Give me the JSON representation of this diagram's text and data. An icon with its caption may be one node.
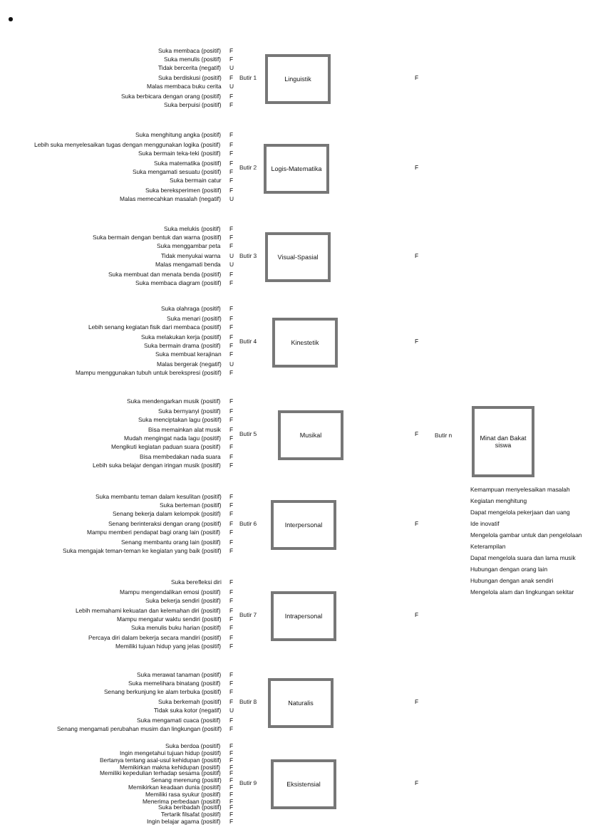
{
  "diagram": {
    "nodes": [
      {
        "text": [
          "Linguistik"
        ]
      },
      {
        "text": [
          "Logis-Matematika"
        ]
      },
      {
        "text": [
          "Visual-Spasial"
        ]
      },
      {
        "text": [
          "Kinestetik"
        ]
      },
      {
        "text": [
          "Musikal"
        ]
      },
      {
        "text": [
          "Interpersonal"
        ]
      },
      {
        "text": [
          "Intrapersonal"
        ]
      },
      {
        "text": [
          "Naturalis"
        ]
      },
      {
        "text": [
          "Eksistensial"
        ]
      },
      {
        "text": [
          "Minat dan Bakat siswa"
        ]
      }
    ],
    "labels": [
      "Suka membaca (positif)",
      "F",
      "Suka menulis (positif)",
      "F",
      "Tidak bercerita (negatif)",
      "U",
      "Suka berdiskusi (positif)",
      "F",
      "Malas membaca buku cerita",
      "U",
      "Suka berbicara dengan orang (positif)",
      "F",
      "Suka berpuisi (positif)",
      "F",
      "Butir 1",
      "F",
      "Suka menghitung angka (positif)",
      "F",
      "Lebih suka menyelesaikan tugas dengan menggunakan logika (positif)",
      "F",
      "Suka bermain teka-teki (positif)",
      "F",
      "Suka matematika (positif)",
      "F",
      "Suka mengamati sesuatu (positif)",
      "F",
      "Suka bermain catur",
      "F",
      "Suka bereksperimen (positif)",
      "F",
      "Malas memecahkan masalah (negatif)",
      "U",
      "Butir 2",
      "F",
      "Suka melukis (positif)",
      "F",
      "Suka bermain dengan bentuk dan warna (positif)",
      "F",
      "Suka menggambar peta",
      "F",
      "Tidak menyukai warna",
      "U",
      "Malas mengamati benda",
      "U",
      "Suka membuat dan menata benda (positif)",
      "F",
      "Suka membaca diagram (positif)",
      "F",
      "Butir 3",
      "F",
      "Suka olahraga (positif)",
      "F",
      "Suka menari (positif)",
      "F",
      "Lebih senang kegiatan fisik dari membaca (positif)",
      "F",
      "Suka melakukan kerja (positif)",
      "F",
      "Suka bermain drama (positif)",
      "F",
      "Suka membuat kerajinan",
      "F",
      "Malas bergerak (negatif)",
      "U",
      "Mampu menggunakan tubuh untuk berekspresi (positif)",
      "F",
      "Butir 4",
      "F",
      "Suka mendengarkan musik (positif)",
      "F",
      "Suka bernyanyi (positif)",
      "F",
      "Suka menciptakan lagu (positif)",
      "F",
      "Bisa memainkan alat musik",
      "F",
      "Mudah mengingat nada lagu (positif)",
      "F",
      "Mengikuti kegiatan paduan suara (positif)",
      "F",
      "Bisa membedakan nada suara",
      "F",
      "Lebih suka belajar dengan iringan musik (positif)",
      "F",
      "Butir 5",
      "F",
      "Suka membantu teman dalam kesulitan (positif)",
      "F",
      "Suka berteman (positif)",
      "F",
      "Senang bekerja dalam kelompok (positif)",
      "F",
      "Senang berinteraksi dengan orang (positif)",
      "F",
      "Mampu memberi pendapat bagi orang lain (positif)",
      "F",
      "Senang membantu orang lain (positif)",
      "F",
      "Suka mengajak teman-teman ke kegiatan yang baik (positif)",
      "F",
      "Butir 6",
      "F",
      "Suka berefleksi diri",
      "F",
      "Mampu mengendalikan emosi (positif)",
      "F",
      "Suka bekerja sendiri (positif)",
      "F",
      "Lebih memahami kekuatan dan kelemahan diri (positif)",
      "F",
      "Mampu mengatur waktu sendiri (positif)",
      "F",
      "Suka menulis buku harian (positif)",
      "F",
      "Percaya diri dalam bekerja secara mandiri (positif)",
      "F",
      "Memiliki tujuan hidup yang jelas (positif)",
      "F",
      "Butir 7",
      "F",
      "Suka merawat tanaman (positif)",
      "F",
      "Suka memelihara binatang (positif)",
      "F",
      "Senang berkunjung ke alam terbuka (positif)",
      "F",
      "Suka berkemah (positif)",
      "F",
      "Tidak suka kotor (negatif)",
      "U",
      "Suka mengamati cuaca (positif)",
      "F",
      "Senang mengamati perubahan musim dan lingkungan (positif)",
      "F",
      "Butir 8",
      "F",
      "Suka berdoa (positif)",
      "F",
      "Ingin mengetahui tujuan hidup (positif)",
      "F",
      "Bertanya tentang asal-usul kehidupan (positif)",
      "F",
      "Memikirkan makna kehidupan (positif)",
      "F",
      "Memiliki kepedulian terhadap sesama (positif)",
      "F",
      "Senang merenung (positif)",
      "F",
      "Memikirkan keadaan dunia (positif)",
      "F",
      "Memiliki rasa syukur (positif)",
      "F",
      "Menerima perbedaan (positif)",
      "F",
      "Suka beribadah (positif)",
      "F",
      "Tertarik filsafat (positif)",
      "F",
      "Ingin belajar agama (positif)",
      "F",
      "Butir 9",
      "F",
      "Butir n",
      "Kemampuan menyelesaikan masalah",
      "Kegiatan menghitung",
      "Dapat mengelola pekerjaan dan uang",
      "Ide inovatif",
      "Mengelola gambar untuk dan pengelolaan",
      "Keterampilan",
      "Dapat mengelola suara dan lama musik",
      "Hubungan dengan orang lain",
      "Hubungan dengan anak sendiri",
      "Mengelola alam dan lingkungan sekitar"
    ]
  }
}
